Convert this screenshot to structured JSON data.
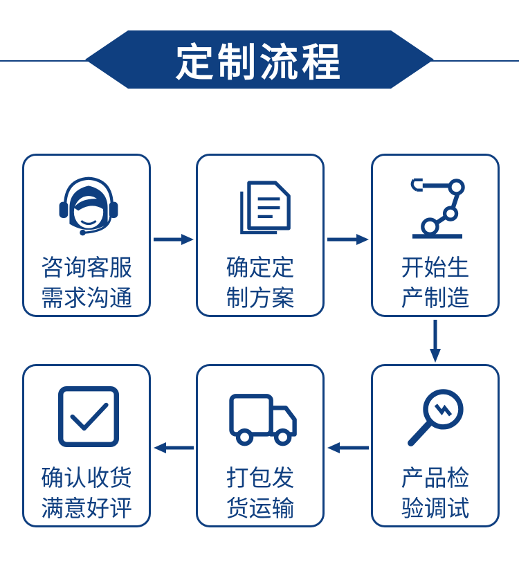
{
  "title": "定制流程",
  "colors": {
    "primary": "#0f3f80",
    "background": "#ffffff"
  },
  "steps": [
    {
      "icon": "headset-agent-icon",
      "line1": "咨询客服",
      "line2": "需求沟通"
    },
    {
      "icon": "documents-icon",
      "line1": "确定定",
      "line2": "制方案"
    },
    {
      "icon": "robot-arm-icon",
      "line1": "开始生",
      "line2": "产制造"
    },
    {
      "icon": "magnifier-inspect-icon",
      "line1": "产品检",
      "line2": "验调试"
    },
    {
      "icon": "delivery-truck-icon",
      "line1": "打包发",
      "line2": "货运输"
    },
    {
      "icon": "checkbox-checked-icon",
      "line1": "确认收货",
      "line2": "满意好评"
    }
  ]
}
